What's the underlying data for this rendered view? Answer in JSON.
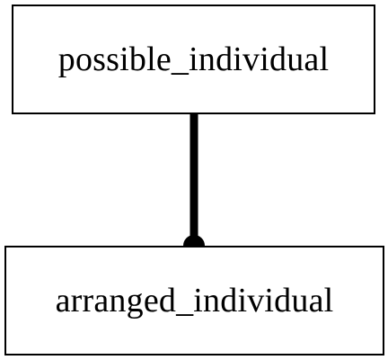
{
  "diagram": {
    "nodes": [
      {
        "id": "top",
        "label": "possible_individual"
      },
      {
        "id": "bottom",
        "label": "arranged_individual"
      }
    ],
    "edges": [
      {
        "from": "top",
        "to": "bottom",
        "end_marker": "filled-dot"
      }
    ],
    "colors": {
      "stroke": "#000000",
      "fill": "#ffffff"
    }
  }
}
